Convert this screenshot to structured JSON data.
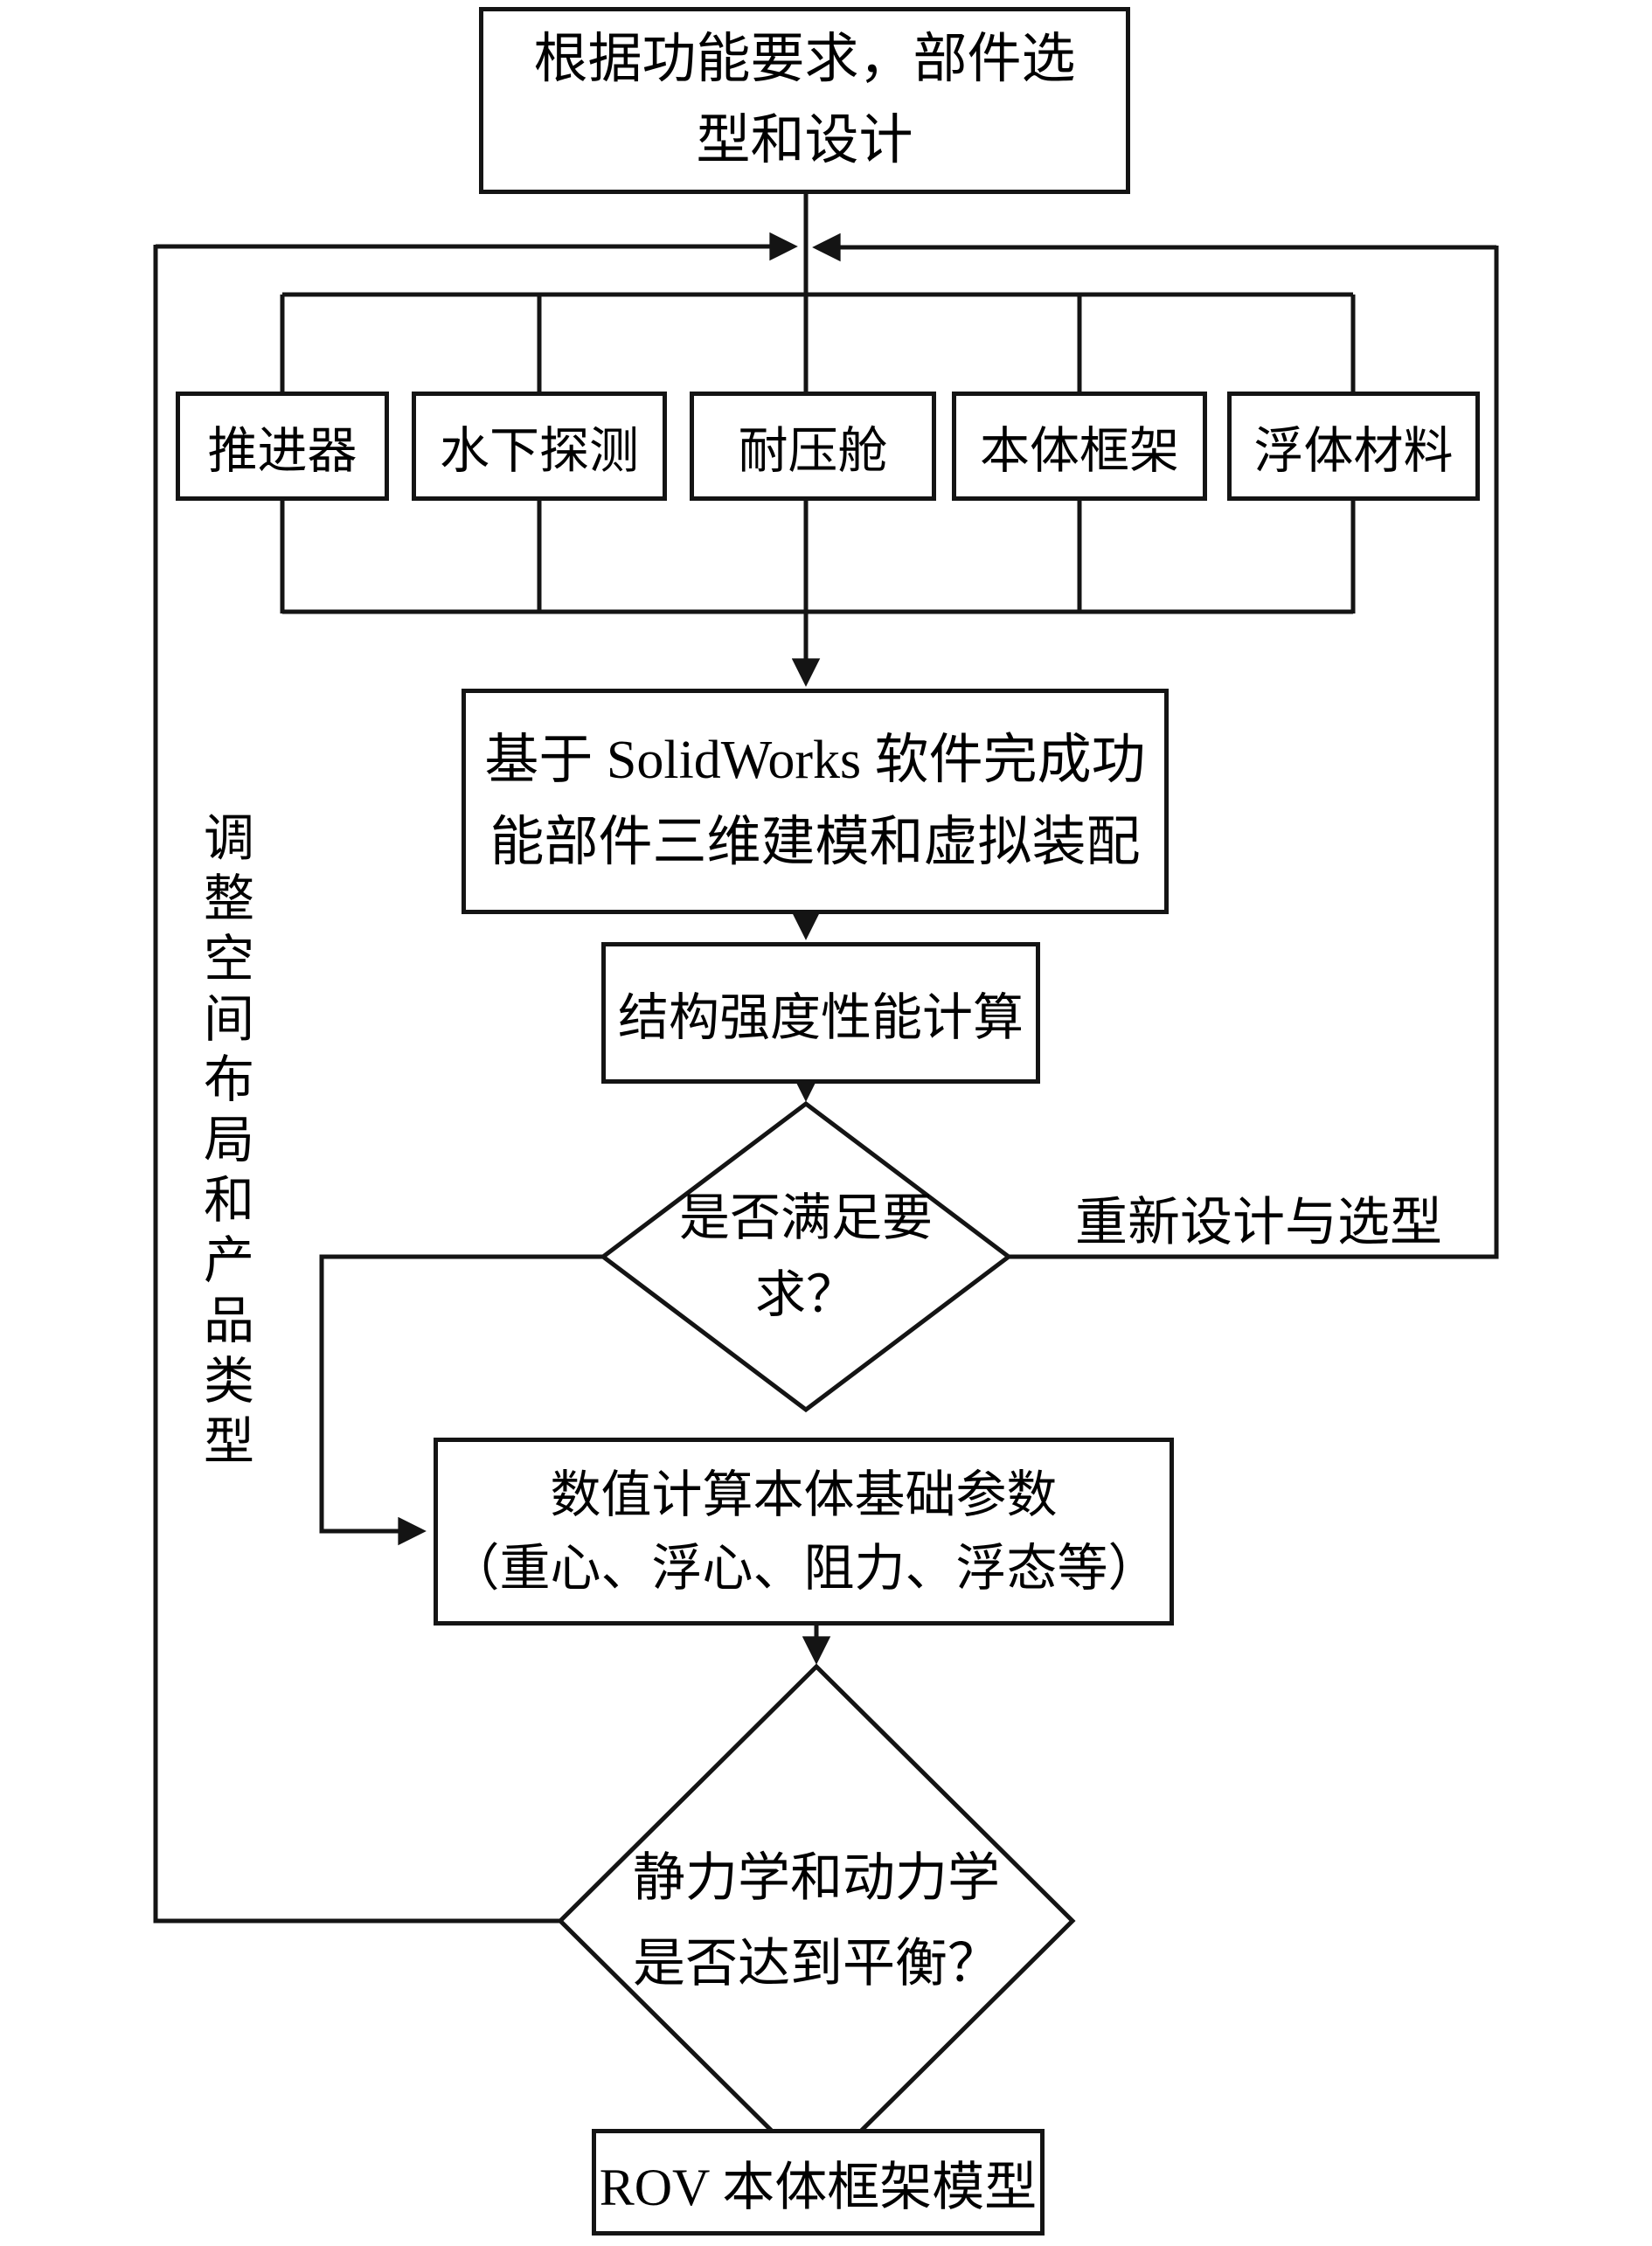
{
  "figure": {
    "type": "flowchart",
    "colors": {
      "line": "#141414",
      "background": "#ffffff",
      "text": "#000000"
    },
    "nodes": {
      "start": {
        "line1": "根据功能要求，部件选",
        "line2": "型和设计"
      },
      "components": [
        {
          "label": "推进器"
        },
        {
          "label": "水下探测"
        },
        {
          "label": "耐压舱"
        },
        {
          "label": "本体框架"
        },
        {
          "label": "浮体材料"
        }
      ],
      "modeling": {
        "line1": "基于 SolidWorks 软件完成功",
        "line2": "能部件三维建模和虚拟装配"
      },
      "strength": {
        "label": "结构强度性能计算"
      },
      "decision1": {
        "line1": "是否满足要",
        "line2": "求？"
      },
      "numcalc": {
        "line1": "数值计算本体基础参数",
        "line2": "（重心、浮心、阻力、浮态等）"
      },
      "decision2": {
        "line1": "静力学和动力学",
        "line2": "是否达到平衡？"
      },
      "result": {
        "label": "ROV 本体框架模型"
      }
    },
    "edge_labels": {
      "redesign": "重新设计与选型",
      "adjust": "调整空间布局和产品类型"
    }
  }
}
